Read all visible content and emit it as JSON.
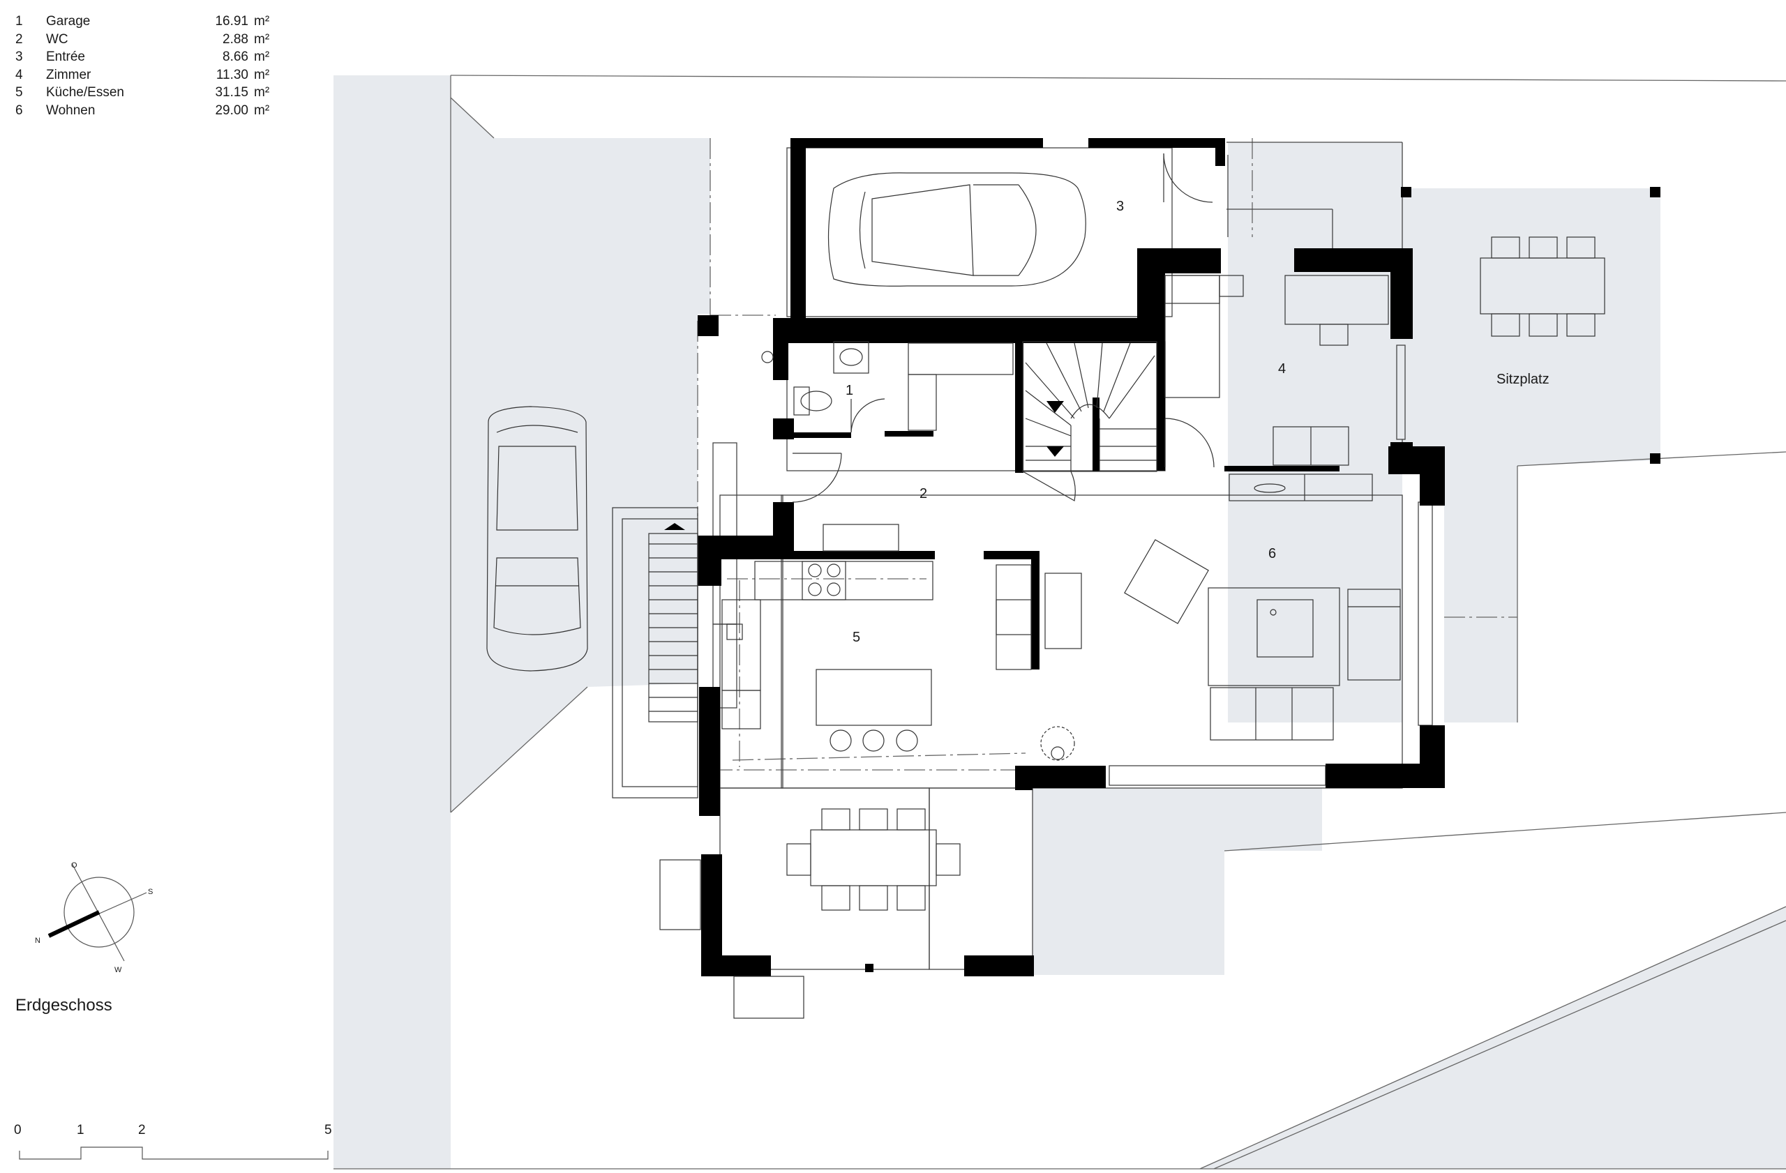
{
  "legend": [
    {
      "num": "1",
      "name": "Garage",
      "area": "16.91",
      "unit": "m²"
    },
    {
      "num": "2",
      "name": "WC",
      "area": "2.88",
      "unit": "m²"
    },
    {
      "num": "3",
      "name": "Entrée",
      "area": "8.66",
      "unit": "m²"
    },
    {
      "num": "4",
      "name": "Zimmer",
      "area": "11.30",
      "unit": "m²"
    },
    {
      "num": "5",
      "name": "Küche/Essen",
      "area": "31.15",
      "unit": "m²"
    },
    {
      "num": "6",
      "name": "Wohnen",
      "area": "29.00",
      "unit": "m²"
    }
  ],
  "rooms": {
    "r1": "1",
    "r2": "2",
    "r3": "3",
    "r4": "4",
    "r5": "5",
    "r6": "6",
    "sitzplatz": "Sitzplatz"
  },
  "title": "Erdgeschoss",
  "compass": {
    "n": "N",
    "o": "O",
    "s": "S",
    "w": "W"
  },
  "scale": {
    "t0": "0",
    "t1": "1",
    "t2": "2",
    "t5": "5"
  },
  "colors": {
    "wall": "#000000",
    "ground": "#e7eaee",
    "line": "#555555"
  }
}
